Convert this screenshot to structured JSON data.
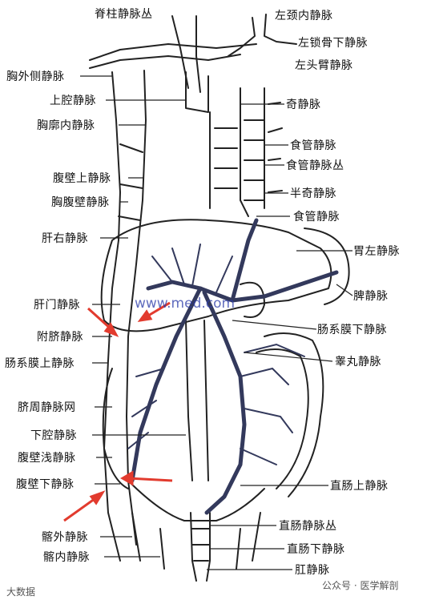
{
  "labels": {
    "vertebral_plexus": "脊柱静脉丛",
    "l_internal_jugular": "左颈内静脉",
    "l_subclavian": "左锁骨下静脉",
    "l_brachiocephalic": "左头臂静脉",
    "lat_thoracic": "胸外侧静脉",
    "svc": "上腔静脉",
    "int_thoracic": "胸廓内静脉",
    "azygos": "奇静脉",
    "esophageal": "食管静脉",
    "esophageal_plexus": "食管静脉丛",
    "sup_epigastric": "腹壁上静脉",
    "thoracoepigastric": "胸腹壁静脉",
    "hemiazygos": "半奇静脉",
    "esophageal2": "食管静脉",
    "r_hepatic": "肝右静脉",
    "l_gastric": "胃左静脉",
    "portal": "肝门静脉",
    "splenic": "脾静脉",
    "paraumbilical": "附脐静脉",
    "inf_mesenteric": "肠系膜下静脉",
    "sup_mesenteric": "肠系膜上静脉",
    "testicular": "睾丸静脉",
    "periumbilical_net": "脐周静脉网",
    "ivc": "下腔静脉",
    "superficial_epigastric": "腹壁浅静脉",
    "inf_epigastric": "腹壁下静脉",
    "sup_rectal": "直肠上静脉",
    "rectal_plexus": "直肠静脉丛",
    "ext_iliac": "髂外静脉",
    "inf_rectal": "直肠下静脉",
    "int_iliac": "髂内静脉",
    "anal": "肛静脉"
  },
  "watermark": "www.med.com",
  "footer": {
    "left": "大数据",
    "right": "公众号 · 医学解剖"
  },
  "colors": {
    "line": "#222222",
    "portal_vein": "#33395c",
    "arrow": "#e23b2e",
    "watermark": "#2a3aa8"
  }
}
